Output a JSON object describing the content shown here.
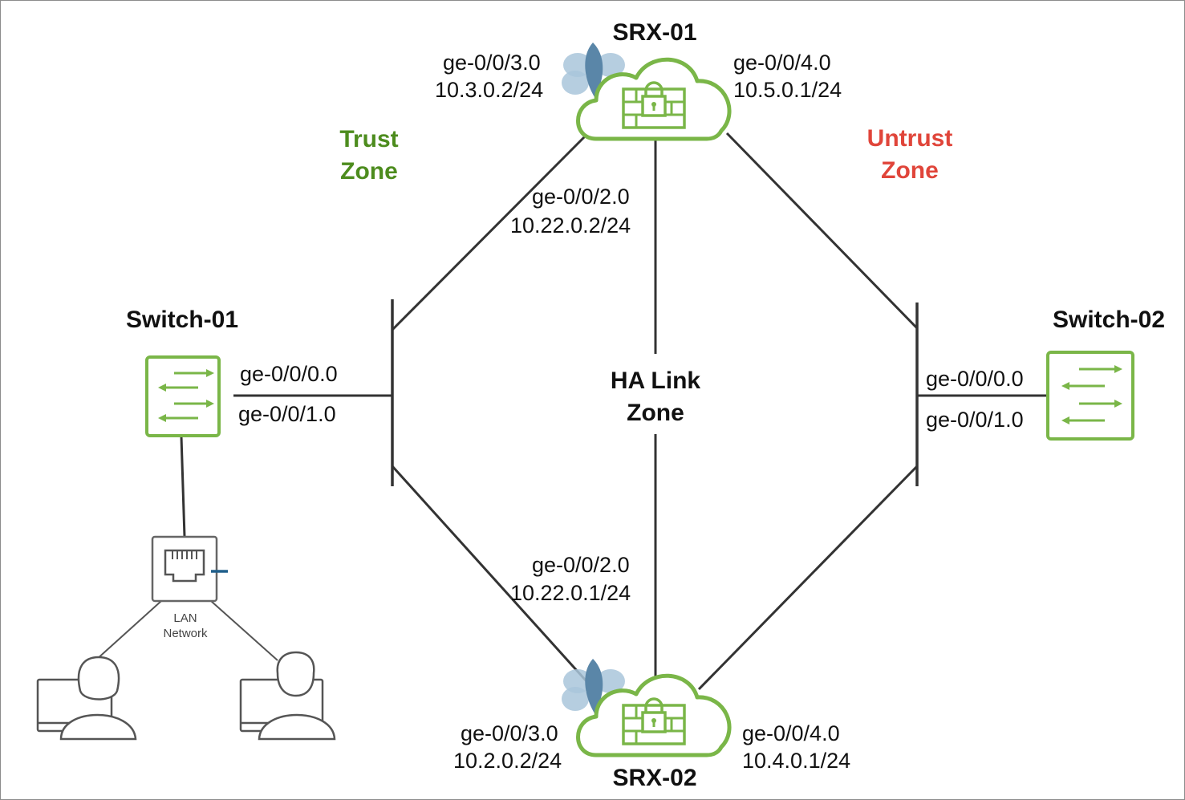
{
  "colors": {
    "device_green": "#7ab648",
    "trust_green": "#4d8c1e",
    "untrust_red": "#e0453a",
    "line": "#333333",
    "petal_blue": "#5a86a8",
    "petal_light": "#a9c6da"
  },
  "srx01": {
    "title": "SRX-01",
    "left_if": "ge-0/0/3.0",
    "left_ip": "10.3.0.2/24",
    "right_if": "ge-0/0/4.0",
    "right_ip": "10.5.0.1/24",
    "ha_if": "ge-0/0/2.0",
    "ha_ip": "10.22.0.2/24"
  },
  "srx02": {
    "title": "SRX-02",
    "left_if": "ge-0/0/3.0",
    "left_ip": "10.2.0.2/24",
    "right_if": "ge-0/0/4.0",
    "right_ip": "10.4.0.1/24",
    "ha_if": "ge-0/0/2.0",
    "ha_ip": "10.22.0.1/24"
  },
  "switch01": {
    "title": "Switch-01",
    "port_a": "ge-0/0/0.0",
    "port_b": "ge-0/0/1.0"
  },
  "switch02": {
    "title": "Switch-02",
    "port_a": "ge-0/0/0.0",
    "port_b": "ge-0/0/1.0"
  },
  "zones": {
    "trust_line1": "Trust",
    "trust_line2": "Zone",
    "untrust_line1": "Untrust",
    "untrust_line2": "Zone",
    "ha_line1": "HA Link",
    "ha_line2": "Zone"
  },
  "lan": {
    "label_line1": "LAN",
    "label_line2": "Network"
  },
  "icons": {
    "firewall": "cloud-firewall-lock-icon",
    "switch": "switch-arrows-icon",
    "lan": "ethernet-port-icon",
    "user": "user-workstation-icon"
  }
}
